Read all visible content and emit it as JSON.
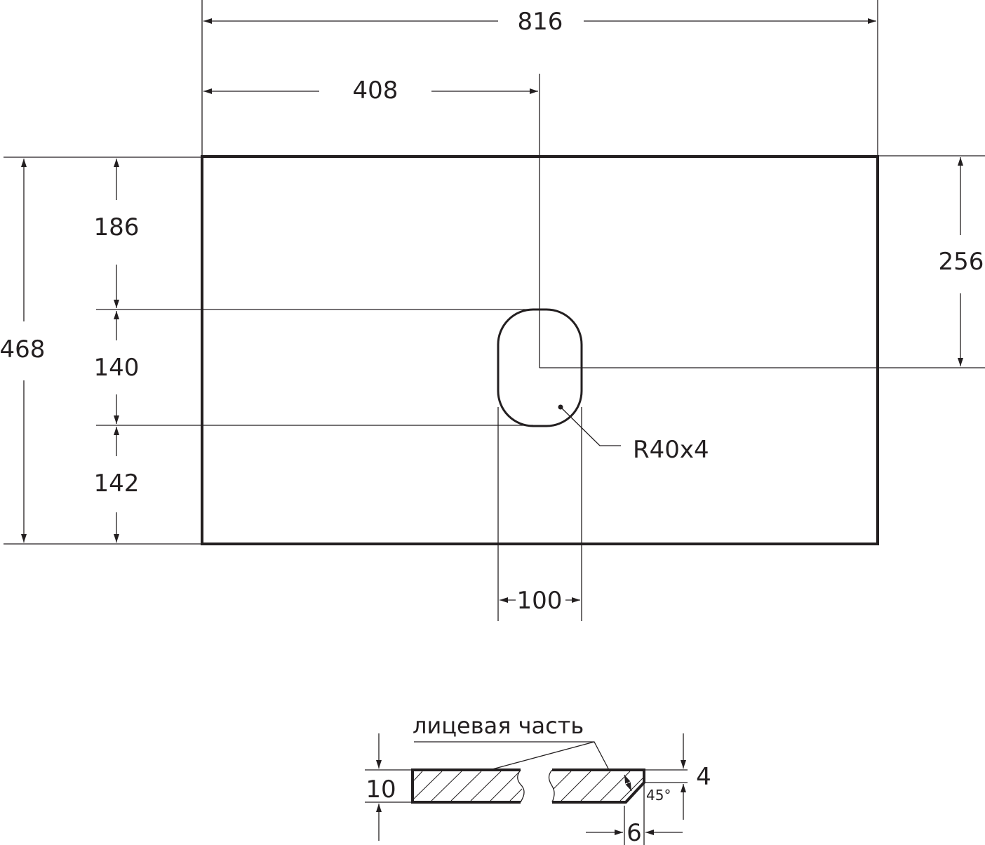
{
  "drawing": {
    "overall_width": "816",
    "half_width": "408",
    "overall_depth": "468",
    "dim_top_to_cutout": "186",
    "cutout_height": "140",
    "dim_cutout_to_bottom": "142",
    "dim_back_to_cutout_center": "256",
    "cutout_width": "100",
    "corner_radius": "R40x4"
  },
  "section": {
    "face_label": "лицевая часть",
    "thickness": "10",
    "chamfer_height": "4",
    "chamfer_angle": "45°",
    "chamfer_width": "6"
  }
}
